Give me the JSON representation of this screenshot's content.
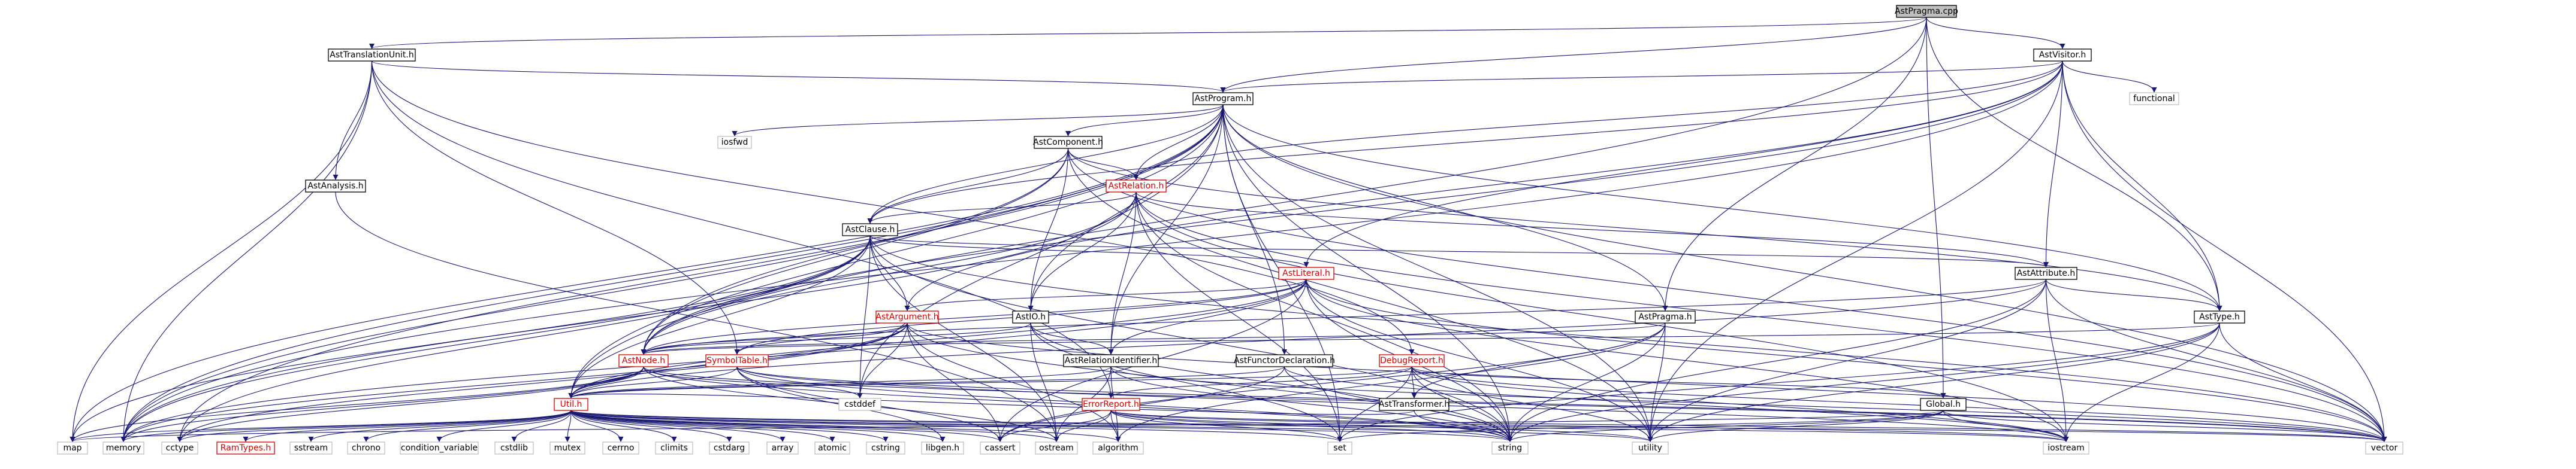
{
  "colors": {
    "edge": "#191970",
    "border_normal": "#000000",
    "border_truncated": "#bfbfbf",
    "fill_root": "#bfbfbf",
    "fill_normal": "#ffffff",
    "text_normal": "#000000",
    "text_truncated": "#d40000"
  },
  "nodes": [
    {
      "id": "root",
      "label": "AstPragma.cpp",
      "style": "root"
    },
    {
      "id": "astvisitor",
      "label": "AstVisitor.h",
      "style": "normal"
    },
    {
      "id": "asttu",
      "label": "AstTranslationUnit.h",
      "style": "normal"
    },
    {
      "id": "astprogram",
      "label": "AstProgram.h",
      "style": "normal"
    },
    {
      "id": "functional",
      "label": "functional",
      "style": "leaf"
    },
    {
      "id": "iosfwd",
      "label": "iosfwd",
      "style": "leaf"
    },
    {
      "id": "astcomponent",
      "label": "AstComponent.h",
      "style": "normal"
    },
    {
      "id": "astanalysis",
      "label": "AstAnalysis.h",
      "style": "normal"
    },
    {
      "id": "astrelation",
      "label": "AstRelation.h",
      "style": "truncated"
    },
    {
      "id": "astclause",
      "label": "AstClause.h",
      "style": "normal"
    },
    {
      "id": "astliteral",
      "label": "AstLiteral.h",
      "style": "truncated"
    },
    {
      "id": "astattribute",
      "label": "AstAttribute.h",
      "style": "normal"
    },
    {
      "id": "astargument",
      "label": "AstArgument.h",
      "style": "truncated"
    },
    {
      "id": "astioh",
      "label": "AstIO.h",
      "style": "normal"
    },
    {
      "id": "astpragmah",
      "label": "AstPragma.h",
      "style": "normal"
    },
    {
      "id": "asttype",
      "label": "AstType.h",
      "style": "normal"
    },
    {
      "id": "astnode",
      "label": "AstNode.h",
      "style": "truncated"
    },
    {
      "id": "symboltable",
      "label": "SymbolTable.h",
      "style": "truncated"
    },
    {
      "id": "astrelid",
      "label": "AstRelationIdentifier.h",
      "style": "normal"
    },
    {
      "id": "astfunctor",
      "label": "AstFunctorDeclaration.h",
      "style": "normal"
    },
    {
      "id": "debugreport",
      "label": "DebugReport.h",
      "style": "truncated"
    },
    {
      "id": "asttransformer",
      "label": "AstTransformer.h",
      "style": "normal"
    },
    {
      "id": "cstddef",
      "label": "cstddef",
      "style": "leaf"
    },
    {
      "id": "utilh",
      "label": "Util.h",
      "style": "truncated"
    },
    {
      "id": "globalh",
      "label": "Global.h",
      "style": "normal"
    },
    {
      "id": "errorreport",
      "label": "ErrorReport.h",
      "style": "truncated"
    },
    {
      "id": "map",
      "label": "map",
      "style": "leaf"
    },
    {
      "id": "memory",
      "label": "memory",
      "style": "leaf"
    },
    {
      "id": "cctype",
      "label": "cctype",
      "style": "leaf"
    },
    {
      "id": "ramtypes",
      "label": "RamTypes.h",
      "style": "truncated"
    },
    {
      "id": "sstream",
      "label": "sstream",
      "style": "leaf"
    },
    {
      "id": "chrono",
      "label": "chrono",
      "style": "leaf"
    },
    {
      "id": "condvar",
      "label": "condition_variable",
      "style": "leaf"
    },
    {
      "id": "cstdlib",
      "label": "cstdlib",
      "style": "leaf"
    },
    {
      "id": "mutex",
      "label": "mutex",
      "style": "leaf"
    },
    {
      "id": "cerrno",
      "label": "cerrno",
      "style": "leaf"
    },
    {
      "id": "climits",
      "label": "climits",
      "style": "leaf"
    },
    {
      "id": "cstdarg",
      "label": "cstdarg",
      "style": "leaf"
    },
    {
      "id": "array",
      "label": "array",
      "style": "leaf"
    },
    {
      "id": "atomic",
      "label": "atomic",
      "style": "leaf"
    },
    {
      "id": "cstring",
      "label": "cstring",
      "style": "leaf"
    },
    {
      "id": "libgen",
      "label": "libgen.h",
      "style": "leaf"
    },
    {
      "id": "cassert",
      "label": "cassert",
      "style": "leaf"
    },
    {
      "id": "ostream",
      "label": "ostream",
      "style": "leaf"
    },
    {
      "id": "algorithm",
      "label": "algorithm",
      "style": "leaf"
    },
    {
      "id": "set",
      "label": "set",
      "style": "leaf"
    },
    {
      "id": "string",
      "label": "string",
      "style": "leaf"
    },
    {
      "id": "utility",
      "label": "utility",
      "style": "leaf"
    },
    {
      "id": "iostream",
      "label": "iostream",
      "style": "leaf"
    },
    {
      "id": "vector",
      "label": "vector",
      "style": "leaf"
    }
  ],
  "edges": [
    [
      "root",
      "astvisitor"
    ],
    [
      "root",
      "asttu"
    ],
    [
      "root",
      "astprogram"
    ],
    [
      "root",
      "astpragmah"
    ],
    [
      "root",
      "utilh"
    ],
    [
      "root",
      "globalh"
    ],
    [
      "root",
      "asttype"
    ],
    [
      "astvisitor",
      "astprogram"
    ],
    [
      "astvisitor",
      "functional"
    ],
    [
      "astvisitor",
      "astrelation"
    ],
    [
      "astvisitor",
      "astclause"
    ],
    [
      "astvisitor",
      "astliteral"
    ],
    [
      "astvisitor",
      "astattribute"
    ],
    [
      "astvisitor",
      "astargument"
    ],
    [
      "astvisitor",
      "asttype"
    ],
    [
      "astvisitor",
      "astnode"
    ],
    [
      "astvisitor",
      "memory"
    ],
    [
      "astvisitor",
      "utility"
    ],
    [
      "astvisitor",
      "vector"
    ],
    [
      "asttu",
      "astprogram"
    ],
    [
      "asttu",
      "astanalysis"
    ],
    [
      "asttu",
      "symboltable"
    ],
    [
      "asttu",
      "errorreport"
    ],
    [
      "asttu",
      "debugreport"
    ],
    [
      "asttu",
      "map"
    ],
    [
      "asttu",
      "memory"
    ],
    [
      "astprogram",
      "iosfwd"
    ],
    [
      "astprogram",
      "astcomponent"
    ],
    [
      "astprogram",
      "astrelation"
    ],
    [
      "astprogram",
      "astclause"
    ],
    [
      "astprogram",
      "astioh"
    ],
    [
      "astprogram",
      "astpragmah"
    ],
    [
      "astprogram",
      "asttype"
    ],
    [
      "astprogram",
      "astnode"
    ],
    [
      "astprogram",
      "astrelid"
    ],
    [
      "astprogram",
      "astfunctor"
    ],
    [
      "astprogram",
      "utilh"
    ],
    [
      "astprogram",
      "cstddef"
    ],
    [
      "astprogram",
      "map"
    ],
    [
      "astprogram",
      "memory"
    ],
    [
      "astprogram",
      "cctype"
    ],
    [
      "astprogram",
      "set"
    ],
    [
      "astprogram",
      "string"
    ],
    [
      "astprogram",
      "utility"
    ],
    [
      "astprogram",
      "vector"
    ],
    [
      "astcomponent",
      "astrelation"
    ],
    [
      "astcomponent",
      "astclause"
    ],
    [
      "astcomponent",
      "astioh"
    ],
    [
      "astcomponent",
      "asttype"
    ],
    [
      "astcomponent",
      "astnode"
    ],
    [
      "astcomponent",
      "memory"
    ],
    [
      "astcomponent",
      "utility"
    ],
    [
      "astcomponent",
      "vector"
    ],
    [
      "astanalysis",
      "ostream"
    ],
    [
      "astrelation",
      "astclause"
    ],
    [
      "astrelation",
      "astioh"
    ],
    [
      "astrelation",
      "astattribute"
    ],
    [
      "astrelation",
      "astnode"
    ],
    [
      "astrelation",
      "astrelid"
    ],
    [
      "astrelation",
      "set"
    ],
    [
      "astrelation",
      "string"
    ],
    [
      "astrelation",
      "vector"
    ],
    [
      "astrelation",
      "memory"
    ],
    [
      "astrelation",
      "iostream"
    ],
    [
      "astclause",
      "astliteral"
    ],
    [
      "astclause",
      "astattribute"
    ],
    [
      "astclause",
      "astargument"
    ],
    [
      "astclause",
      "astnode"
    ],
    [
      "astclause",
      "utilh"
    ],
    [
      "astclause",
      "cstddef"
    ],
    [
      "astclause",
      "map"
    ],
    [
      "astclause",
      "memory"
    ],
    [
      "astclause",
      "cctype"
    ],
    [
      "astclause",
      "ostream"
    ],
    [
      "astclause",
      "string"
    ],
    [
      "astclause",
      "vector"
    ],
    [
      "astliteral",
      "astargument"
    ],
    [
      "astliteral",
      "astnode"
    ],
    [
      "astliteral",
      "astrelid"
    ],
    [
      "astliteral",
      "symboltable"
    ],
    [
      "astliteral",
      "utilh"
    ],
    [
      "astliteral",
      "cassert"
    ],
    [
      "astliteral",
      "iostream"
    ],
    [
      "astliteral",
      "memory"
    ],
    [
      "astliteral",
      "string"
    ],
    [
      "astliteral",
      "vector"
    ],
    [
      "astliteral",
      "utility"
    ],
    [
      "astattribute",
      "asttype"
    ],
    [
      "astattribute",
      "astnode"
    ],
    [
      "astattribute",
      "utilh"
    ],
    [
      "astattribute",
      "string"
    ],
    [
      "astattribute",
      "iostream"
    ],
    [
      "astattribute",
      "utility"
    ],
    [
      "astattribute",
      "vector"
    ],
    [
      "astargument",
      "astnode"
    ],
    [
      "astargument",
      "symboltable"
    ],
    [
      "astargument",
      "utilh"
    ],
    [
      "astargument",
      "cstddef"
    ],
    [
      "astargument",
      "memory"
    ],
    [
      "astargument",
      "cassert"
    ],
    [
      "astargument",
      "string"
    ],
    [
      "astargument",
      "vector"
    ],
    [
      "astargument",
      "cctype"
    ],
    [
      "astargument",
      "algorithm"
    ],
    [
      "astioh",
      "astnode"
    ],
    [
      "astioh",
      "astrelid"
    ],
    [
      "astioh",
      "string"
    ],
    [
      "astioh",
      "set"
    ],
    [
      "astioh",
      "ostream"
    ],
    [
      "astpragmah",
      "astnode"
    ],
    [
      "astpragmah",
      "utility"
    ],
    [
      "astpragmah",
      "string"
    ],
    [
      "astpragmah",
      "asttransformer"
    ],
    [
      "astpragmah",
      "cassert"
    ],
    [
      "astpragmah",
      "algorithm"
    ],
    [
      "asttype",
      "astnode"
    ],
    [
      "asttype",
      "utility"
    ],
    [
      "asttype",
      "iostream"
    ],
    [
      "asttype",
      "string"
    ],
    [
      "asttype",
      "set"
    ],
    [
      "asttype",
      "vector"
    ],
    [
      "astnode",
      "utilh"
    ],
    [
      "astnode",
      "cstddef"
    ],
    [
      "astnode",
      "map"
    ],
    [
      "astnode",
      "memory"
    ],
    [
      "astnode",
      "cctype"
    ],
    [
      "astnode",
      "ostream"
    ],
    [
      "astnode",
      "string"
    ],
    [
      "astnode",
      "vector"
    ],
    [
      "symboltable",
      "utilh"
    ],
    [
      "symboltable",
      "cassert"
    ],
    [
      "symboltable",
      "iostream"
    ],
    [
      "symboltable",
      "string"
    ],
    [
      "symboltable",
      "vector"
    ],
    [
      "symboltable",
      "libgen"
    ],
    [
      "astrelid",
      "utilh"
    ],
    [
      "astrelid",
      "string"
    ],
    [
      "astrelid",
      "vector"
    ],
    [
      "astrelid",
      "ostream"
    ],
    [
      "astrelid",
      "algorithm"
    ],
    [
      "astfunctor",
      "utilh"
    ],
    [
      "astfunctor",
      "string"
    ],
    [
      "astfunctor",
      "cassert"
    ],
    [
      "astfunctor",
      "iostream"
    ],
    [
      "debugreport",
      "asttransformer"
    ],
    [
      "debugreport",
      "errorreport"
    ],
    [
      "debugreport",
      "utilh"
    ],
    [
      "debugreport",
      "set"
    ],
    [
      "debugreport",
      "string"
    ],
    [
      "debugreport",
      "utility"
    ],
    [
      "debugreport",
      "vector"
    ],
    [
      "debugreport",
      "iostream"
    ],
    [
      "debugreport",
      "globalh"
    ],
    [
      "asttransformer",
      "string"
    ],
    [
      "asttransformer",
      "utilh"
    ],
    [
      "utilh",
      "map"
    ],
    [
      "utilh",
      "memory"
    ],
    [
      "utilh",
      "cctype"
    ],
    [
      "utilh",
      "ramtypes"
    ],
    [
      "utilh",
      "sstream"
    ],
    [
      "utilh",
      "chrono"
    ],
    [
      "utilh",
      "condvar"
    ],
    [
      "utilh",
      "cstdlib"
    ],
    [
      "utilh",
      "mutex"
    ],
    [
      "utilh",
      "cerrno"
    ],
    [
      "utilh",
      "climits"
    ],
    [
      "utilh",
      "cstdarg"
    ],
    [
      "utilh",
      "array"
    ],
    [
      "utilh",
      "atomic"
    ],
    [
      "utilh",
      "cstring"
    ],
    [
      "utilh",
      "libgen"
    ],
    [
      "utilh",
      "cassert"
    ],
    [
      "utilh",
      "ostream"
    ],
    [
      "utilh",
      "algorithm"
    ],
    [
      "utilh",
      "set"
    ],
    [
      "utilh",
      "string"
    ],
    [
      "utilh",
      "utility"
    ],
    [
      "utilh",
      "iostream"
    ],
    [
      "utilh",
      "vector"
    ],
    [
      "globalh",
      "set"
    ],
    [
      "globalh",
      "string"
    ],
    [
      "globalh",
      "utility"
    ],
    [
      "globalh",
      "iostream"
    ],
    [
      "globalh",
      "vector"
    ],
    [
      "globalh",
      "map"
    ],
    [
      "errorreport",
      "cassert"
    ],
    [
      "errorreport",
      "ostream"
    ],
    [
      "errorreport",
      "algorithm"
    ],
    [
      "errorreport",
      "set"
    ],
    [
      "errorreport",
      "string"
    ],
    [
      "errorreport",
      "utility"
    ],
    [
      "errorreport",
      "vector"
    ],
    [
      "errorreport",
      "iostream"
    ]
  ]
}
